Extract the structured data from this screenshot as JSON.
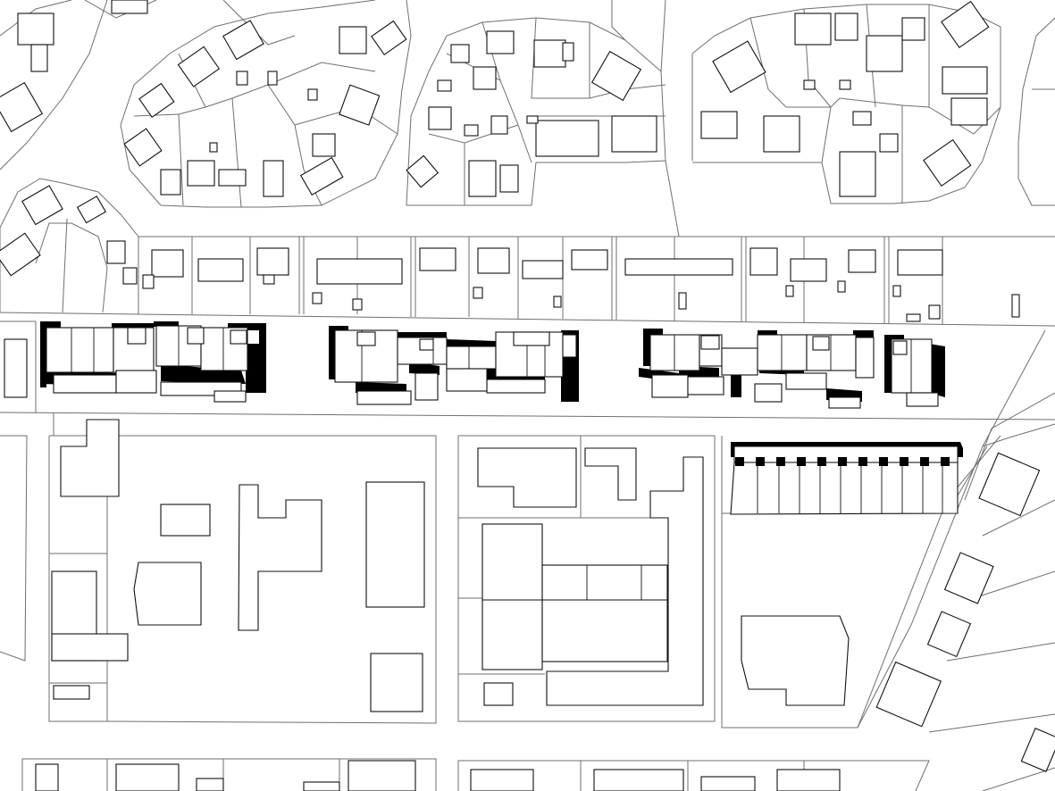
{
  "map": {
    "style": "black-and-white cadastral plan",
    "background_color": "#ffffff",
    "parcel_line_color": "#6f6f6f",
    "building_outline_color": "#111111",
    "shadow_color": "#000000",
    "layers": [
      "parcel-boundaries",
      "existing-buildings",
      "new-terraced-housing-with-shadows"
    ]
  }
}
